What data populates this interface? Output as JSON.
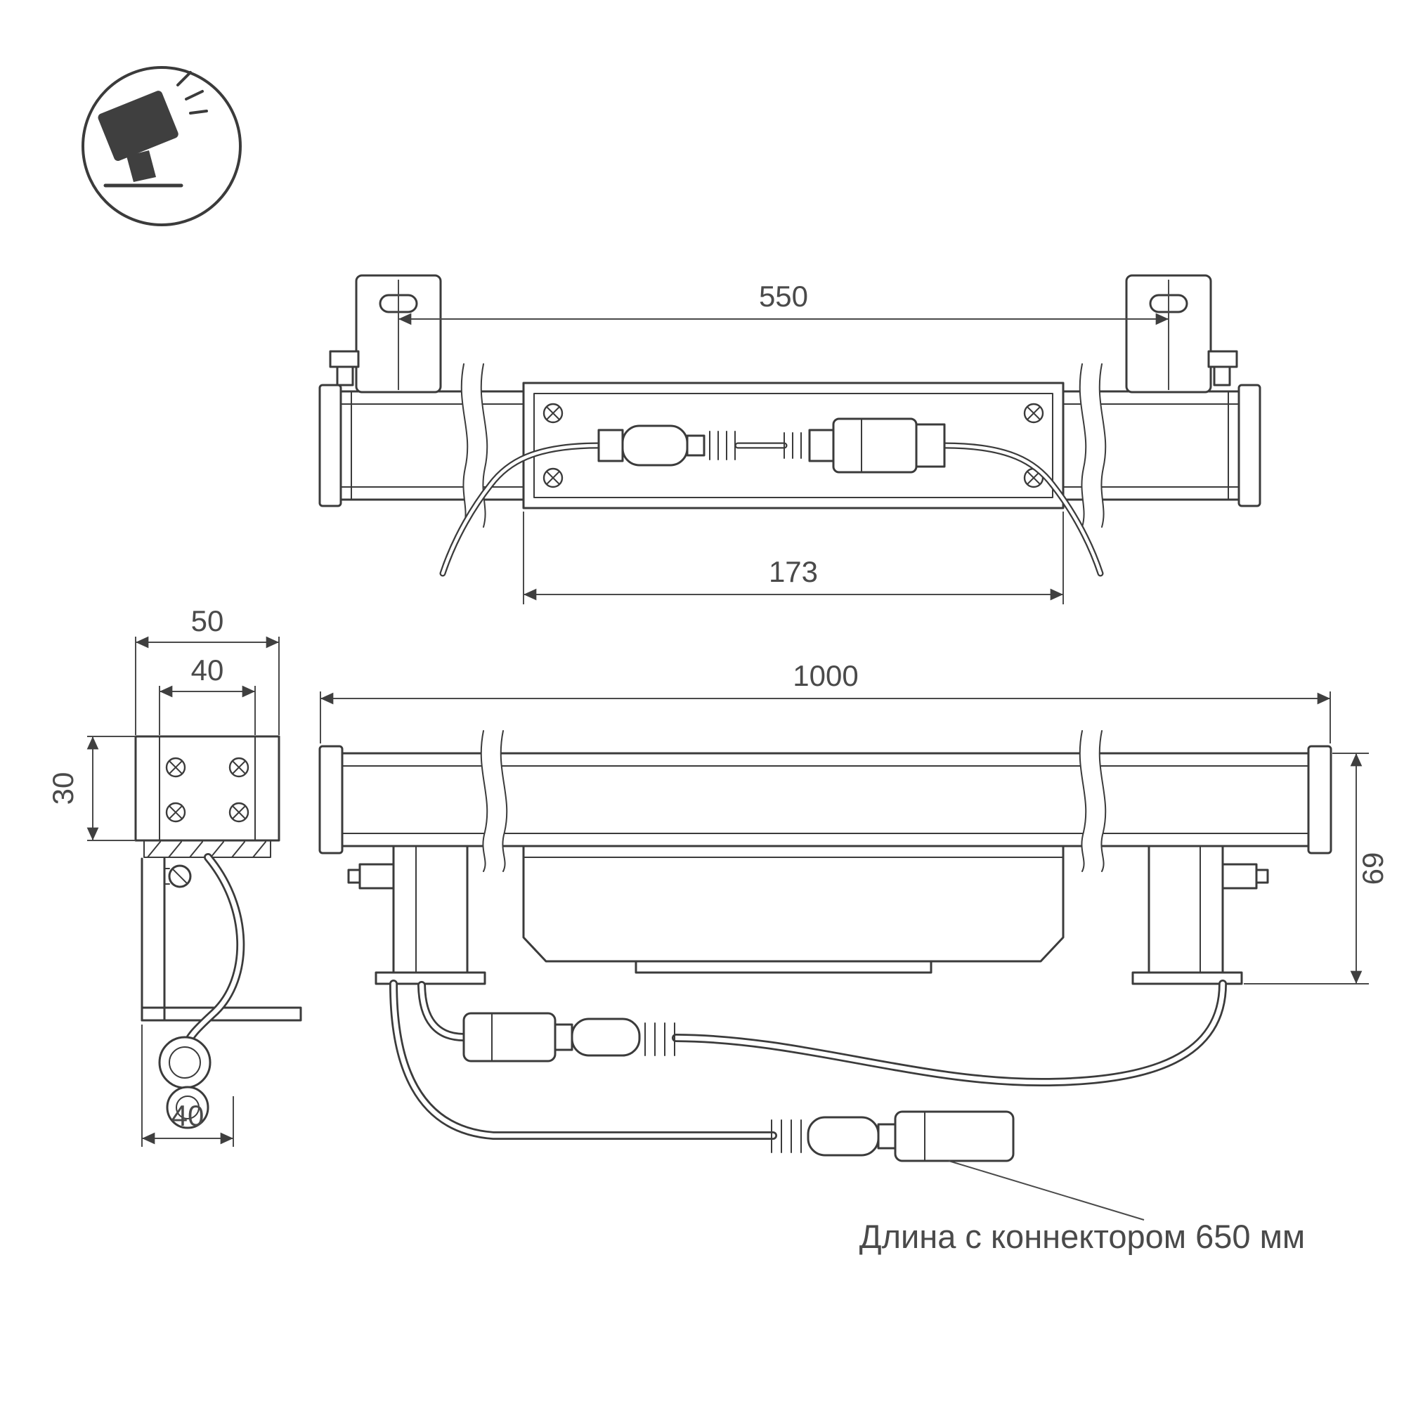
{
  "drawing": {
    "type": "technical-dimension-drawing",
    "product_icon": "tilted-floodlight-on-ground",
    "views": {
      "top_view": {
        "dim_bracket_spacing": "550",
        "dim_module": "173"
      },
      "end_view": {
        "dim_width_outer": "50",
        "dim_width_inner": "40",
        "dim_height": "30",
        "dim_bracket_offset": "40"
      },
      "front_view": {
        "dim_length": "1000",
        "dim_height": "69"
      }
    },
    "note": "Длина с коннектором 650 мм",
    "colors": {
      "line": "#3b3b3b",
      "dim_text": "#4a4a4a",
      "background": "#ffffff"
    }
  }
}
